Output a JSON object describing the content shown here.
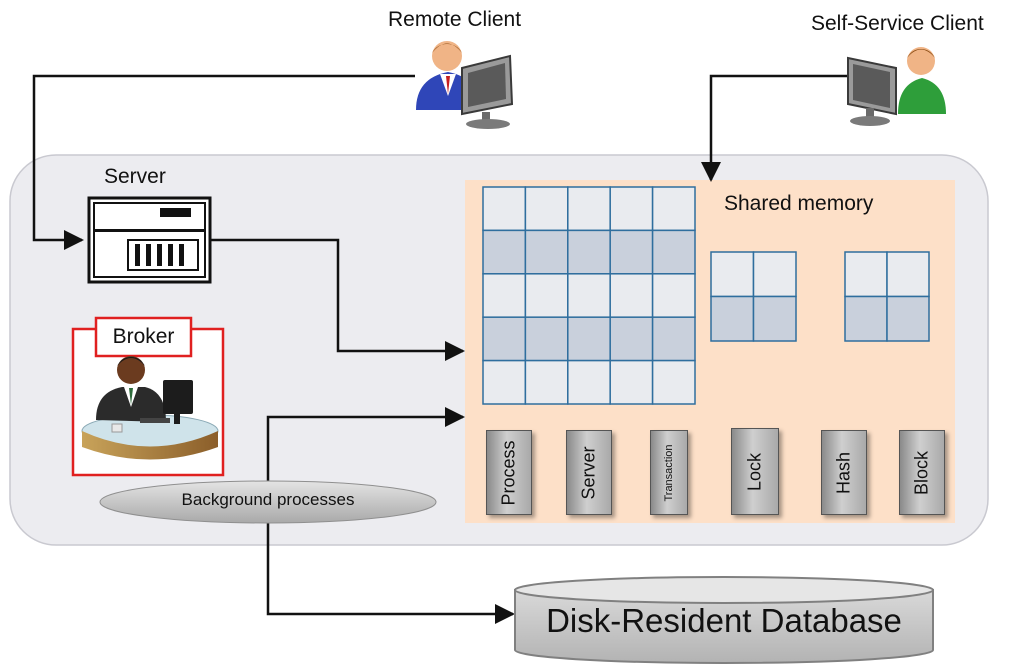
{
  "clients": {
    "remote_label": "Remote Client",
    "self_service_label": "Self-Service Client"
  },
  "server": {
    "label": "Server"
  },
  "broker": {
    "label": "Broker"
  },
  "shared_memory": {
    "label": "Shared memory"
  },
  "background": {
    "label": "Background processes"
  },
  "processes": [
    "Process",
    "Server",
    "Transaction",
    "Lock",
    "Hash",
    "Block"
  ],
  "database": {
    "label": "Disk-Resident Database"
  },
  "colors": {
    "container_fill": "#ececf0",
    "shared_memory_fill": "#fde0c8",
    "grid_line": "#2f6e9e",
    "grid_light": "#e9ebef",
    "grid_dark": "#c9d0dc",
    "broker_border": "#e02020",
    "database_fill": "#c4c4c4"
  }
}
